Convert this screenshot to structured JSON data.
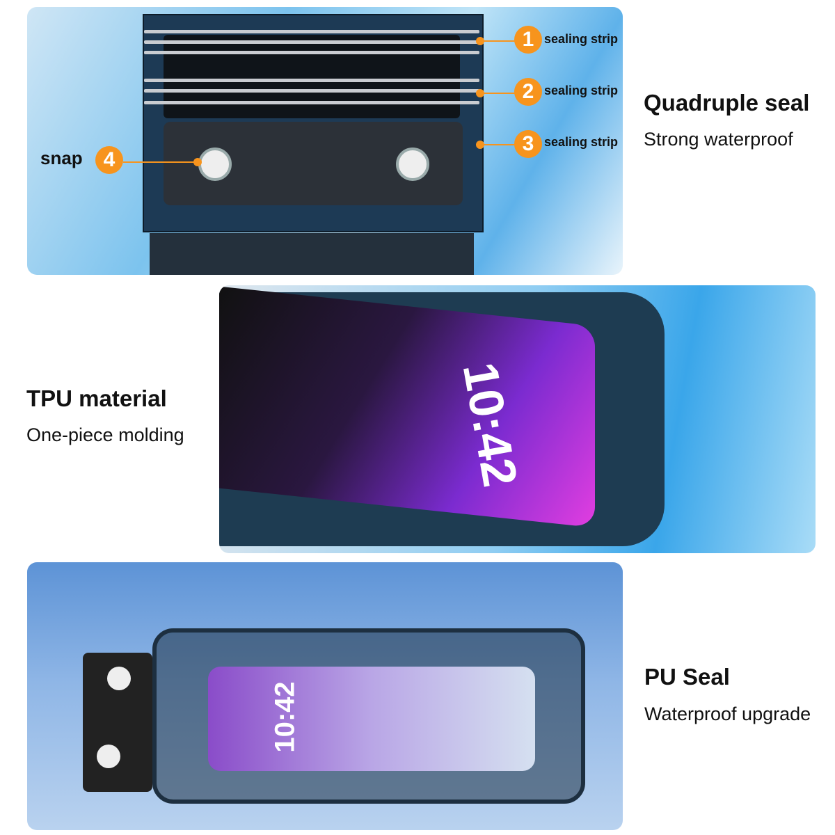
{
  "panel1": {
    "callouts": [
      {
        "number": "1",
        "label": "sealing strip"
      },
      {
        "number": "2",
        "label": "sealing strip"
      },
      {
        "number": "3",
        "label": "sealing strip"
      },
      {
        "number": "4",
        "label": "snap"
      }
    ],
    "heading": "Quadruple seal",
    "subheading": "Strong waterproof"
  },
  "panel2": {
    "heading": "TPU material",
    "subheading": "One-piece molding",
    "phone_time": "10:42"
  },
  "panel3": {
    "heading": "PU Seal",
    "subheading": "Waterproof upgrade",
    "phone_time": "10:42"
  },
  "colors": {
    "accent": "#f7941d",
    "text": "#111111"
  }
}
